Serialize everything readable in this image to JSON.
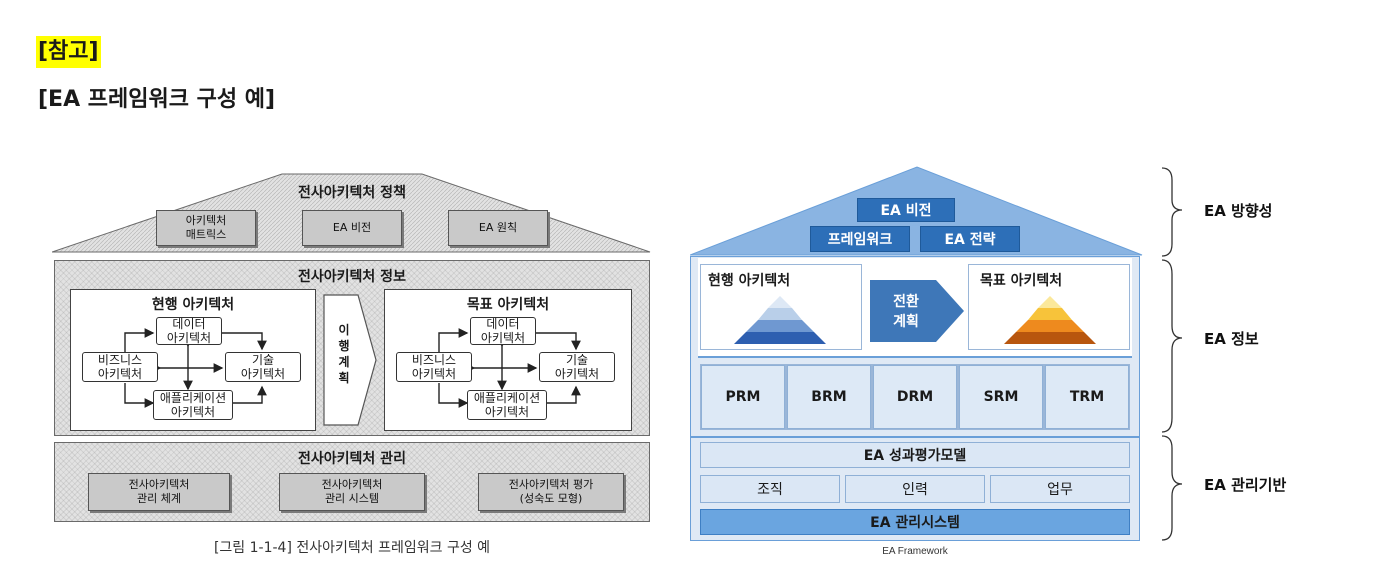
{
  "header": {
    "note": "[참고]",
    "title": "[EA 프레임워크 구성 예]"
  },
  "left": {
    "policy": {
      "title": "전사아키텍처 정책",
      "boxes": [
        "아키텍처\n매트릭스",
        "EA 비전",
        "EA 원칙"
      ]
    },
    "info": {
      "title": "전사아키텍처 정보",
      "current": {
        "title": "현행 아키텍처",
        "data": "데이터\n아키텍처",
        "business": "비즈니스\n아키텍처",
        "tech": "기술\n아키텍처",
        "app": "애플리케이션\n아키텍처"
      },
      "transition": "이\n행\n계\n획",
      "target": {
        "title": "목표 아키텍처",
        "data": "데이터\n아키텍처",
        "business": "비즈니스\n아키텍처",
        "tech": "기술\n아키텍처",
        "app": "애플리케이션\n아키텍처"
      }
    },
    "management": {
      "title": "전사아키텍처 관리",
      "boxes": [
        "전사아키텍처\n관리 체계",
        "전사아키텍처\n관리 시스템",
        "전사아키텍처 평가\n(성숙도 모형)"
      ]
    },
    "caption": "[그림 1-1-4] 전사아키텍처 프레임워크 구성 예"
  },
  "right": {
    "roof": {
      "vision": "EA 비전",
      "framework": "프레임워크",
      "strategy": "EA 전략"
    },
    "current": "현행 아키텍처",
    "transition": "전환\n계획",
    "target": "목표 아키텍처",
    "models": [
      "PRM",
      "BRM",
      "DRM",
      "SRM",
      "TRM"
    ],
    "perf": "EA 성과평가모델",
    "mgmt_row": [
      "조직",
      "인력",
      "업무"
    ],
    "system": "EA 관리시스템",
    "caption": "EA Framework",
    "labels": {
      "direction": "EA 방향성",
      "info": "EA 정보",
      "base": "EA 관리기반"
    },
    "colors": {
      "roof": "#8ab4e2",
      "frame": "#6a9fd8",
      "button": "#2d6fb8",
      "light": "#dde9f6"
    }
  }
}
